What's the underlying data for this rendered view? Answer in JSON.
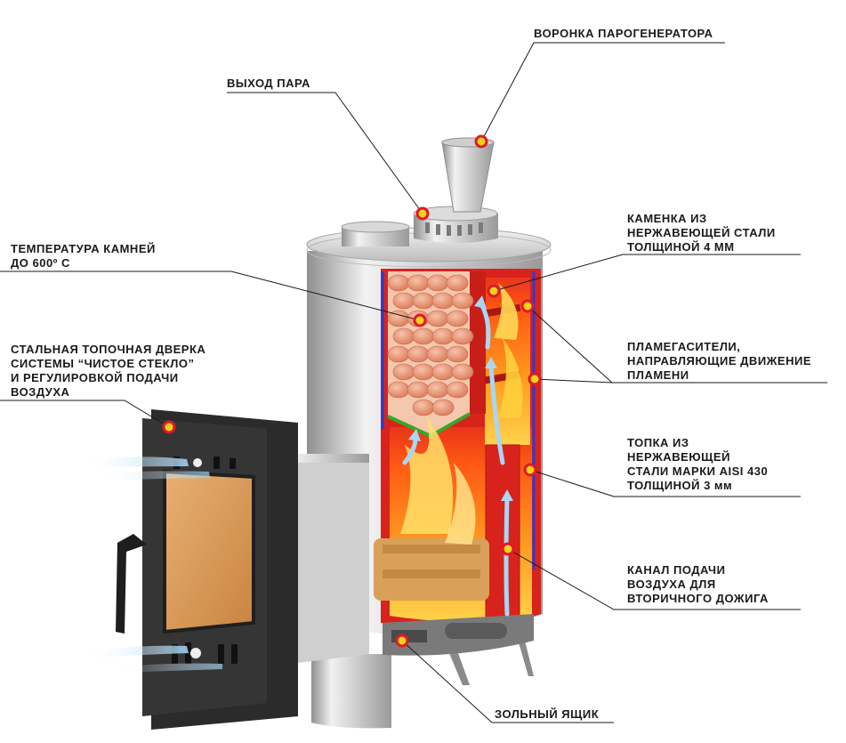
{
  "callouts": {
    "funnel": {
      "lines": [
        "ВОРОНКА ПАРОГЕНЕРАТОРА"
      ]
    },
    "steam_exit": {
      "lines": [
        "ВЫХОД ПАРА"
      ]
    },
    "stone_temp": {
      "lines": [
        "ТЕМПЕРАТУРА КАМНЕЙ",
        "ДО 600º С"
      ]
    },
    "door": {
      "lines": [
        "СТАЛЬНАЯ ТОПОЧНАЯ ДВЕРКА",
        "СИСТЕМЫ “ЧИСТОЕ СТЕКЛО”",
        "И РЕГУЛИРОВКОЙ ПОДАЧИ",
        "ВОЗДУХА"
      ]
    },
    "heater": {
      "lines": [
        "КАМЕНКА ИЗ",
        "НЕРЖАВЕЮЩЕЙ СТАЛИ",
        "ТОЛЩИНОЙ 4 ММ"
      ]
    },
    "flame_guides": {
      "lines": [
        "ПЛАМЕГАСИТЕЛИ,",
        "НАПРАВЛЯЮЩИЕ ДВИЖЕНИЕ",
        "ПЛАМЕНИ"
      ]
    },
    "firebox": {
      "lines": [
        "ТОПКА ИЗ",
        "НЕРЖАВЕЮЩЕЙ",
        "СТАЛИ МАРКИ AISI 430",
        "ТОЛЩИНОЙ 3 мм"
      ]
    },
    "air_channel": {
      "lines": [
        "КАНАЛ ПОДАЧИ",
        "ВОЗДУХА ДЛЯ",
        "ВТОРИЧНОГО ДОЖИГА"
      ]
    },
    "ash_box": {
      "lines": [
        "ЗОЛЬНЫЙ ЯЩИК"
      ]
    }
  },
  "colors": {
    "marker_fill": "#f2d21a",
    "marker_ring": "#e0192a",
    "steel_light": "#e4e4e4",
    "steel_dark": "#9c9c9c",
    "firebox_red": "#d8231c",
    "liner_blue": "#2a3bd6",
    "stones": "#e58c6c",
    "grid_green": "#3aa52a",
    "glass": "#d79c59",
    "door_dark": "#2b2b2b",
    "air_blue": "#b9ddf5"
  }
}
